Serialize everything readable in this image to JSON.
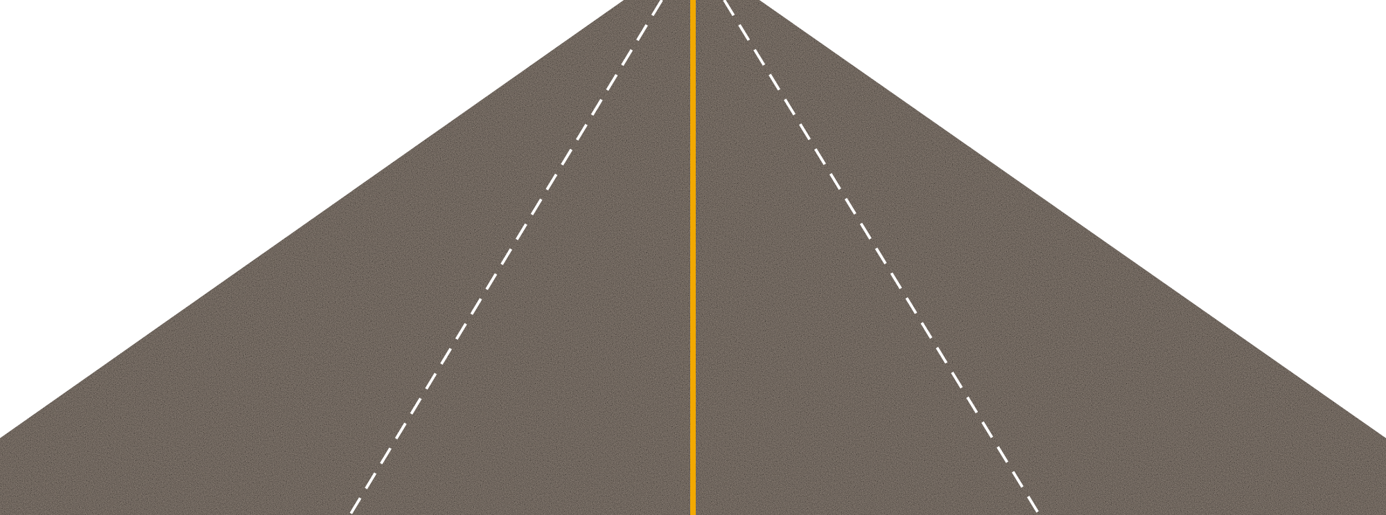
{
  "scene": {
    "subject": "road-perspective",
    "colors": {
      "background": "#ffffff",
      "asphalt": "#9c8f84",
      "asphalt_dark": "#6f645c",
      "asphalt_light": "#c2b8ae",
      "center_line": "#f2a900",
      "lane_dash": "#ffffff"
    },
    "markings": {
      "center_line": "solid-yellow",
      "lane_lines": "dashed-white",
      "lane_line_count": 2
    }
  }
}
